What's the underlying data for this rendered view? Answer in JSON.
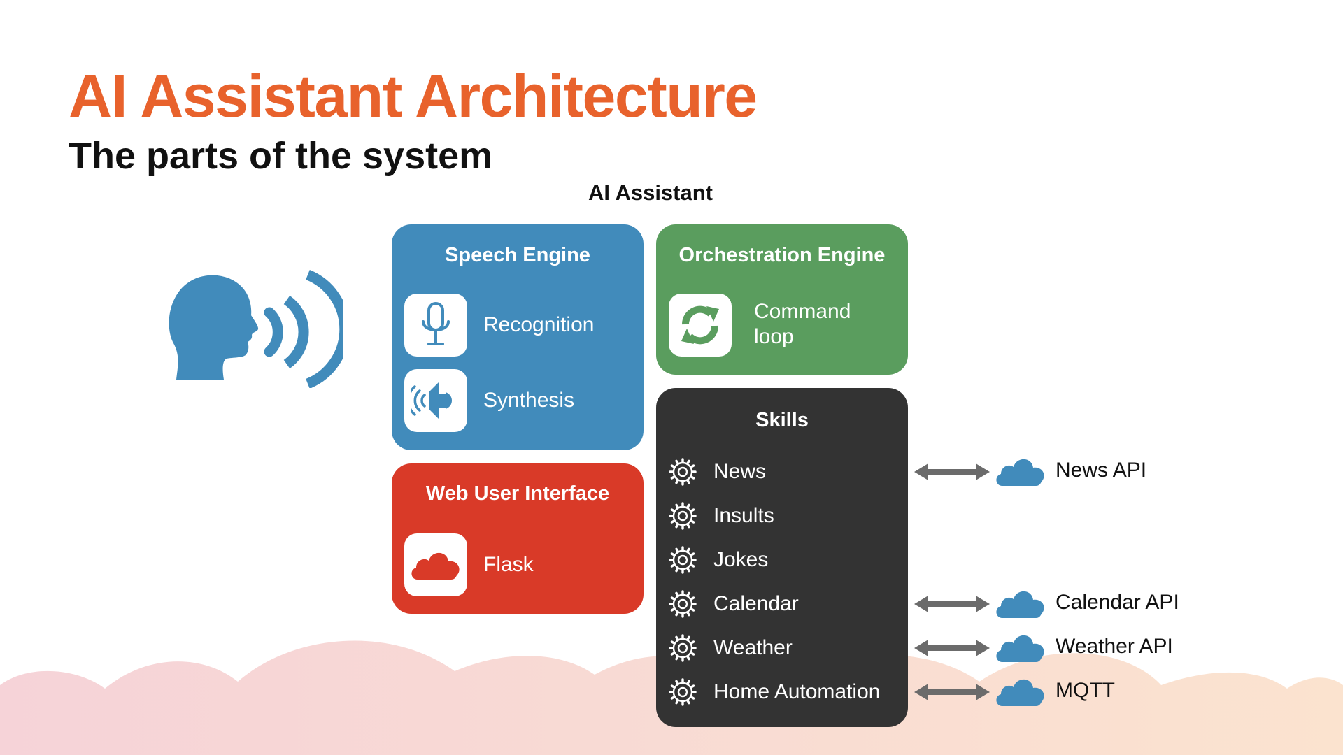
{
  "slide": {
    "title": "AI Assistant Architecture",
    "subtitle": "The parts of the system",
    "diagram_label": "AI Assistant"
  },
  "colors": {
    "title_orange": "#e8622c",
    "speech_blue": "#418bbb",
    "orchestration_green": "#5a9d5e",
    "web_red": "#d93a28",
    "skills_dark": "#333333",
    "cloud_blue": "#418bbb",
    "arrow_gray": "#6b6b6b"
  },
  "speech_engine": {
    "title": "Speech Engine",
    "items": [
      {
        "label": "Recognition",
        "icon": "microphone-icon"
      },
      {
        "label": "Synthesis",
        "icon": "speaker-icon"
      }
    ]
  },
  "orchestration_engine": {
    "title": "Orchestration Engine",
    "items": [
      {
        "label_line1": "Command",
        "label_line2": "loop",
        "icon": "refresh-loop-icon"
      }
    ]
  },
  "web_ui": {
    "title": "Web User Interface",
    "items": [
      {
        "label": "Flask",
        "icon": "cloud-icon"
      }
    ]
  },
  "skills": {
    "title": "Skills",
    "items": [
      {
        "label": "News",
        "icon": "gear-icon"
      },
      {
        "label": "Insults",
        "icon": "gear-icon"
      },
      {
        "label": "Jokes",
        "icon": "gear-icon"
      },
      {
        "label": "Calendar",
        "icon": "gear-icon"
      },
      {
        "label": "Weather",
        "icon": "gear-icon"
      },
      {
        "label": "Home Automation",
        "icon": "gear-icon"
      }
    ]
  },
  "external_apis": [
    {
      "label": "News API",
      "connects_to": "News"
    },
    {
      "label": "Calendar API",
      "connects_to": "Calendar"
    },
    {
      "label": "Weather API",
      "connects_to": "Weather"
    },
    {
      "label": "MQTT",
      "connects_to": "Home Automation"
    }
  ],
  "user_figure": {
    "icon": "speaking-head-icon"
  }
}
